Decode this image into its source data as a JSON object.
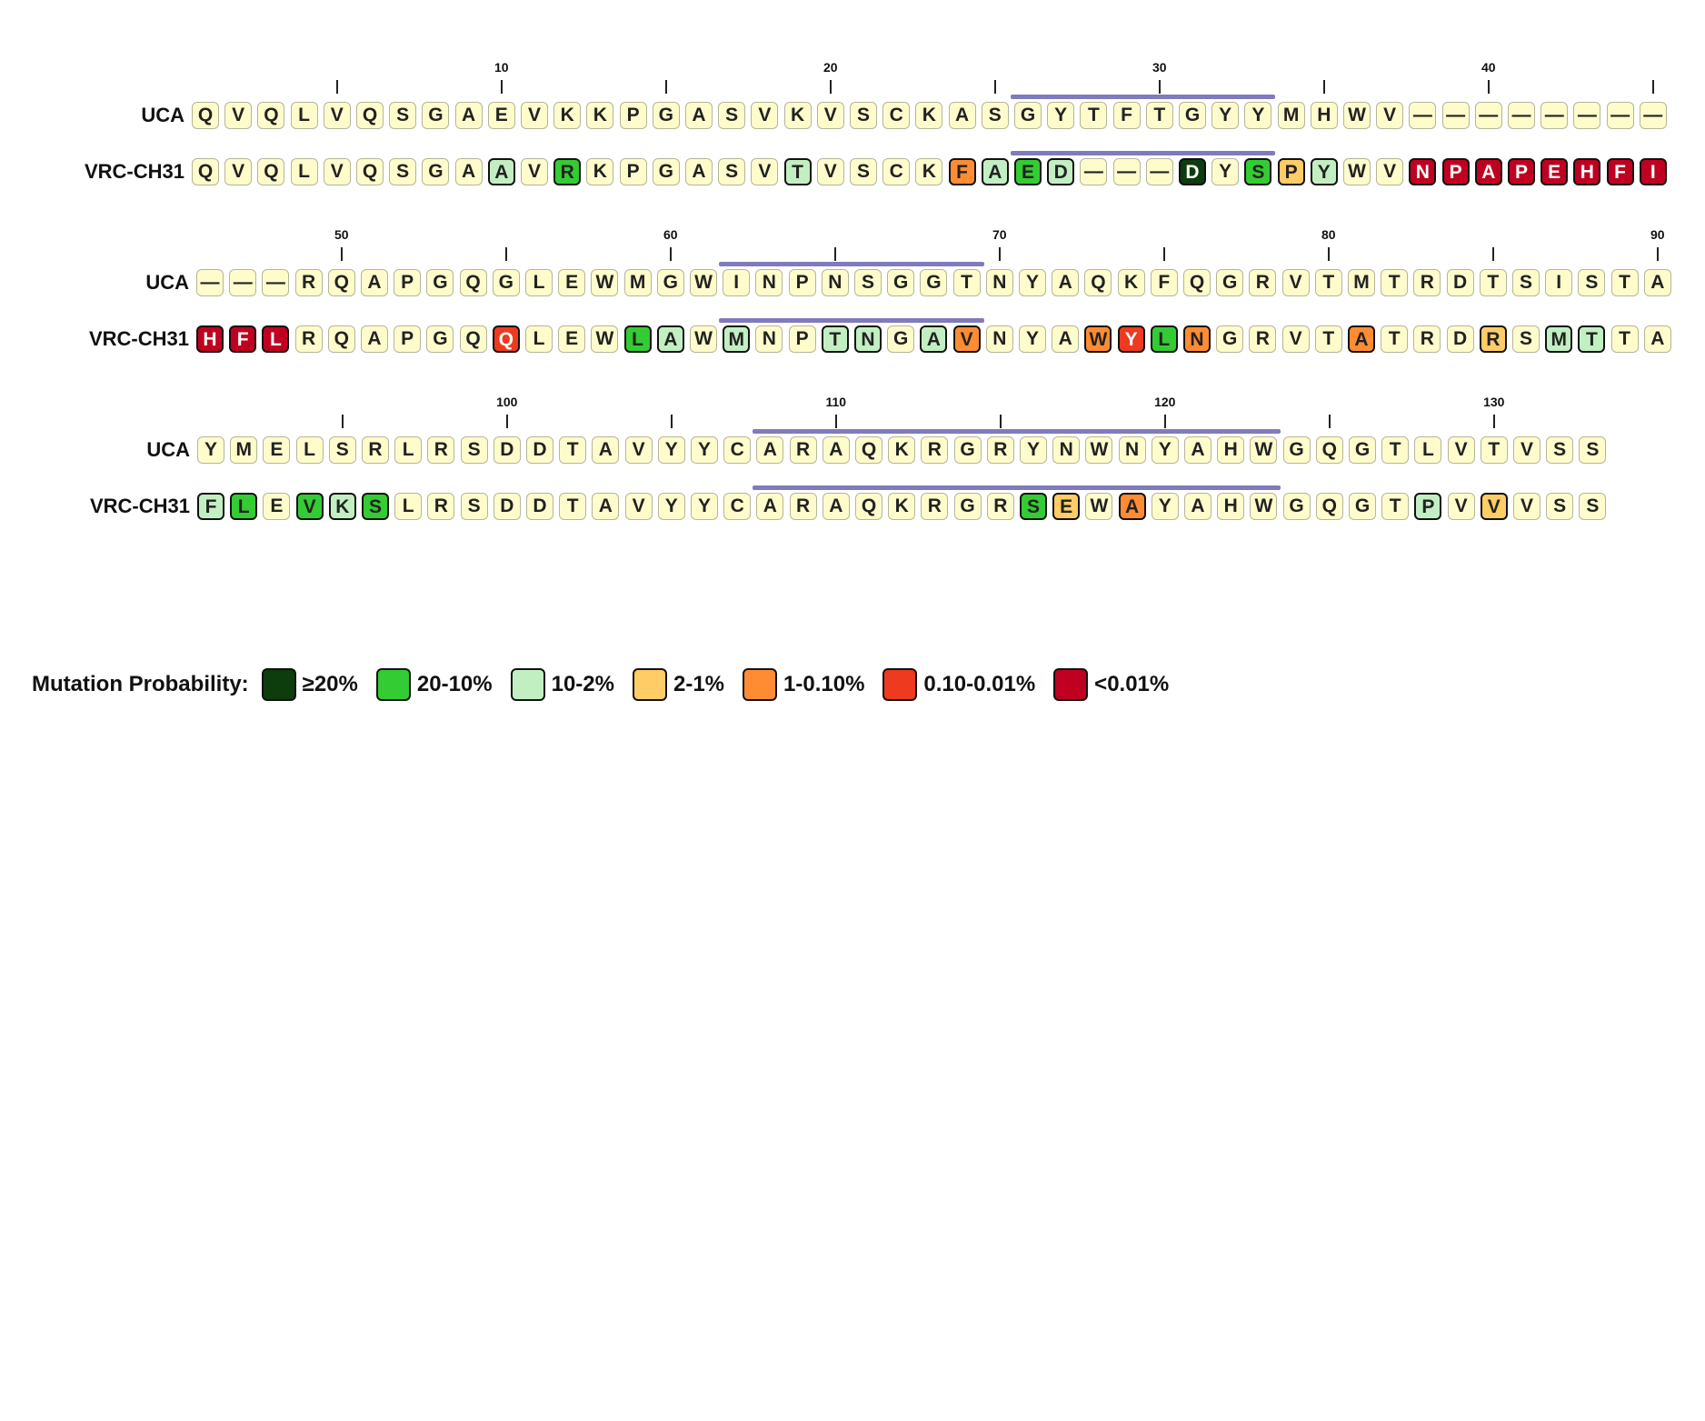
{
  "rows": {
    "top": "UCA",
    "bottom": "VRC-CH31"
  },
  "colors": {
    "c0": "#fffccc",
    "c1": "#c2efc2",
    "c2": "#33cc33",
    "c3": "#0d3d0d",
    "c4": "#ffcc66",
    "c5": "#ff8c33",
    "c6": "#ee3a1e",
    "c7": "#c00020"
  },
  "blocks": [
    {
      "start": 1,
      "ticks": [
        {
          "pos": 5,
          "label": ""
        },
        {
          "pos": 10,
          "label": "10"
        },
        {
          "pos": 15,
          "label": ""
        },
        {
          "pos": 20,
          "label": "20"
        },
        {
          "pos": 25,
          "label": ""
        },
        {
          "pos": 30,
          "label": "30"
        },
        {
          "pos": 35,
          "label": ""
        },
        {
          "pos": 40,
          "label": "40"
        },
        {
          "pos": 45,
          "label": ""
        }
      ],
      "cdr": [
        [
          26,
          33
        ]
      ],
      "uca": "QVQLVQSGAEVKKPGASVKVSCKASGYTFTGYYMHWV————————",
      "vrc": "QVQLVQSGAAVRKPGASVTVSCKFAED———DYSPYWVNPAPEHFI",
      "vrc_colors": [
        0,
        0,
        0,
        0,
        0,
        0,
        0,
        0,
        0,
        1,
        0,
        2,
        0,
        0,
        0,
        0,
        0,
        0,
        1,
        0,
        0,
        0,
        0,
        5,
        1,
        2,
        1,
        0,
        0,
        0,
        3,
        0,
        2,
        4,
        1,
        0,
        0,
        7,
        7,
        7,
        7,
        7,
        7,
        7,
        7
      ]
    },
    {
      "start": 46,
      "ticks": [
        {
          "pos": 50,
          "label": "50"
        },
        {
          "pos": 55,
          "label": ""
        },
        {
          "pos": 60,
          "label": "60"
        },
        {
          "pos": 65,
          "label": ""
        },
        {
          "pos": 70,
          "label": "70"
        },
        {
          "pos": 75,
          "label": ""
        },
        {
          "pos": 80,
          "label": "80"
        },
        {
          "pos": 85,
          "label": ""
        },
        {
          "pos": 90,
          "label": "90"
        }
      ],
      "cdr": [
        [
          62,
          69
        ]
      ],
      "uca": "———RQAPGQGLEWMGWINPNSGGTNYAQKFQGRVTMTRDTSISTA",
      "vrc": "HFLRQAPGQQLEWLAWMNPTNGAVNYAWYLNGRVTATRDRSMTTA",
      "vrc_colors": [
        7,
        7,
        7,
        0,
        0,
        0,
        0,
        0,
        0,
        6,
        0,
        0,
        0,
        2,
        1,
        0,
        1,
        0,
        0,
        1,
        1,
        0,
        1,
        5,
        0,
        0,
        0,
        5,
        6,
        2,
        5,
        0,
        0,
        0,
        0,
        5,
        0,
        0,
        0,
        4,
        0,
        1,
        1,
        0,
        0
      ]
    },
    {
      "start": 91,
      "ticks": [
        {
          "pos": 95,
          "label": ""
        },
        {
          "pos": 100,
          "label": "100"
        },
        {
          "pos": 105,
          "label": ""
        },
        {
          "pos": 110,
          "label": "110"
        },
        {
          "pos": 115,
          "label": ""
        },
        {
          "pos": 120,
          "label": "120"
        },
        {
          "pos": 125,
          "label": ""
        },
        {
          "pos": 130,
          "label": "130"
        }
      ],
      "cdr": [
        [
          108,
          123
        ]
      ],
      "uca": "YMELSRLRSDDTAVYYCARAQKRGRYNWNYAHWGQGTLVTVSS",
      "vrc": "FLEVKSLRSDDTAVYYCARAQKRGRSEWAYAHWGQGTPVVVSS",
      "vrc_colors": [
        1,
        2,
        0,
        2,
        1,
        2,
        0,
        0,
        0,
        0,
        0,
        0,
        0,
        0,
        0,
        0,
        0,
        0,
        0,
        0,
        0,
        0,
        0,
        0,
        0,
        2,
        4,
        0,
        5,
        0,
        0,
        0,
        0,
        0,
        0,
        0,
        0,
        1,
        0,
        4,
        0,
        0,
        0
      ]
    }
  ],
  "legend": {
    "title": "Mutation Probability:",
    "items": [
      {
        "label": "≥20%",
        "color": "#0d3d0d"
      },
      {
        "label": "20-10%",
        "color": "#33cc33"
      },
      {
        "label": "10-2%",
        "color": "#c2efc2"
      },
      {
        "label": "2-1%",
        "color": "#ffcc66"
      },
      {
        "label": "1-0.10%",
        "color": "#ff8c33"
      },
      {
        "label": "0.10-0.01%",
        "color": "#ee3a1e"
      },
      {
        "label": "<0.01%",
        "color": "#c00020"
      }
    ]
  }
}
